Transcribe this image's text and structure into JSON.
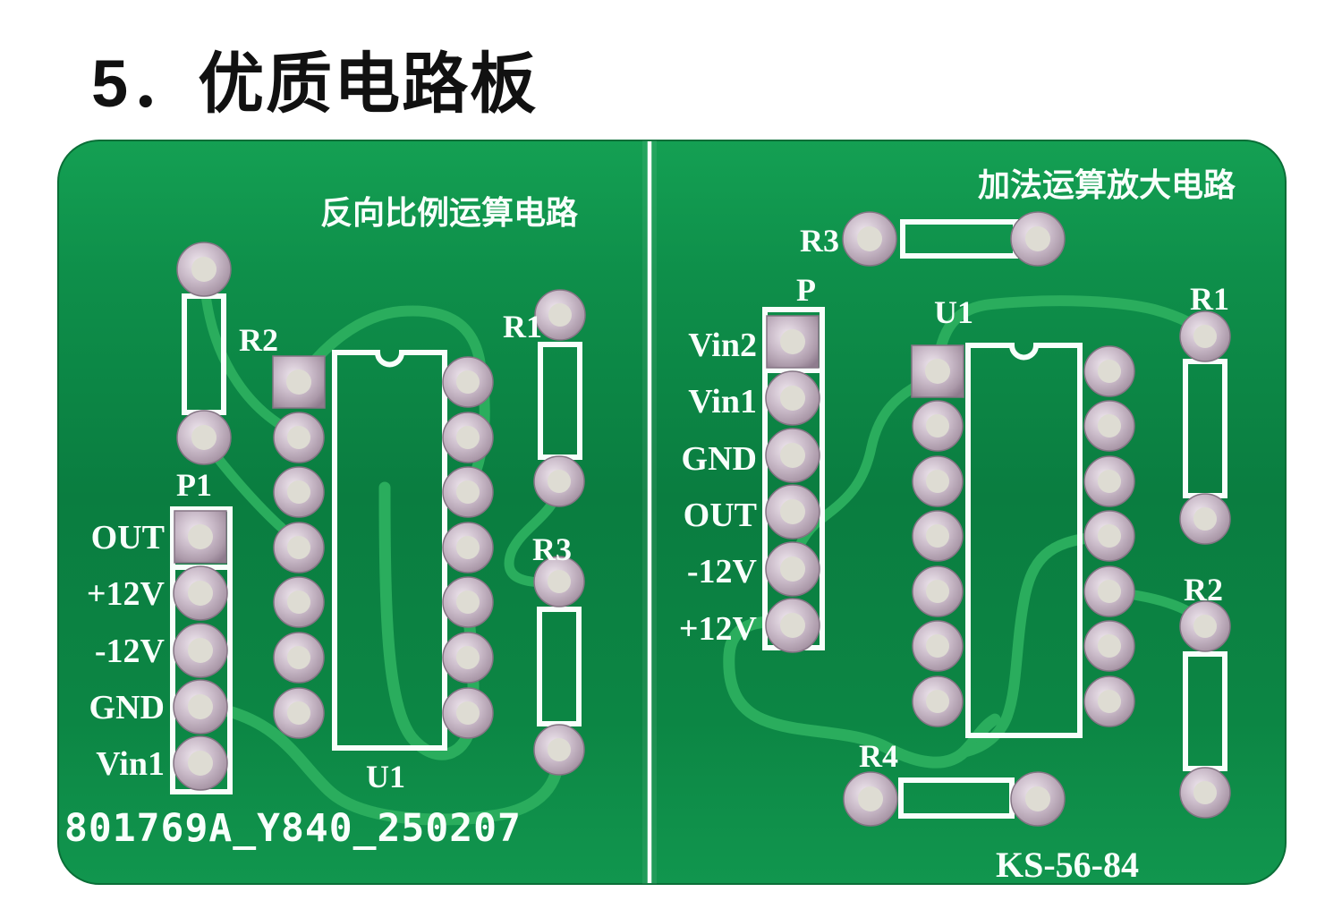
{
  "page": {
    "title": "5．优质电路板",
    "background_color": "#ffffff"
  },
  "board": {
    "base_color": "#0c8745",
    "trace_color": "#2aad5d",
    "silkscreen_color": "#f8fffb",
    "pad_ring_color": "#c3b2c0",
    "pad_hole_color": "#dedcd3",
    "separator": "v-score-line",
    "left_circuit": {
      "title": "反向比例运算电路",
      "serial_number": "801769A_Y840_250207",
      "labels": {
        "r1": "R1",
        "r2": "R2",
        "r3": "R3",
        "p1": "P1",
        "u1": "U1"
      },
      "pins": [
        "OUT",
        "+12V",
        "-12V",
        "GND",
        "Vin1"
      ]
    },
    "right_circuit": {
      "title": "加法运算放大电路",
      "board_code": "KS-56-84",
      "labels": {
        "r1": "R1",
        "r2": "R2",
        "r3": "R3",
        "r4": "R4",
        "p": "P",
        "u1": "U1"
      },
      "pins": [
        "Vin2",
        "Vin1",
        "GND",
        "OUT",
        "-12V",
        "+12V"
      ]
    }
  }
}
